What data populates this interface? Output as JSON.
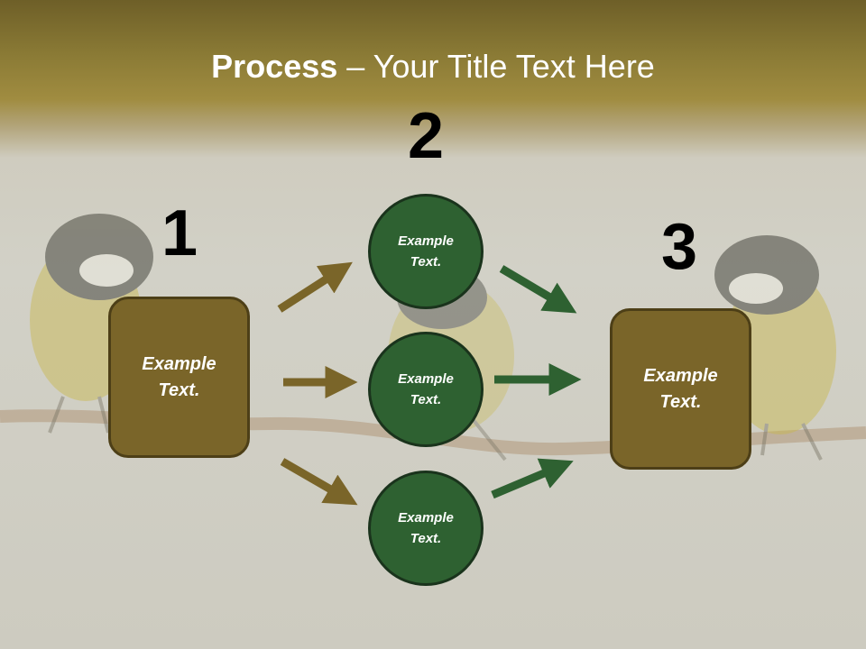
{
  "title": {
    "bold": "Process",
    "rest": " – Your Title Text Here"
  },
  "steps": [
    {
      "number": "1",
      "text": "Example Text."
    },
    {
      "number": "2",
      "items": [
        "Example Text.",
        "Example Text.",
        "Example Text."
      ]
    },
    {
      "number": "3",
      "text": "Example Text."
    }
  ],
  "colors": {
    "box": "#7a6529",
    "circle": "#2e6131",
    "arrow_in": "#7a6529",
    "arrow_out": "#2e6131"
  }
}
